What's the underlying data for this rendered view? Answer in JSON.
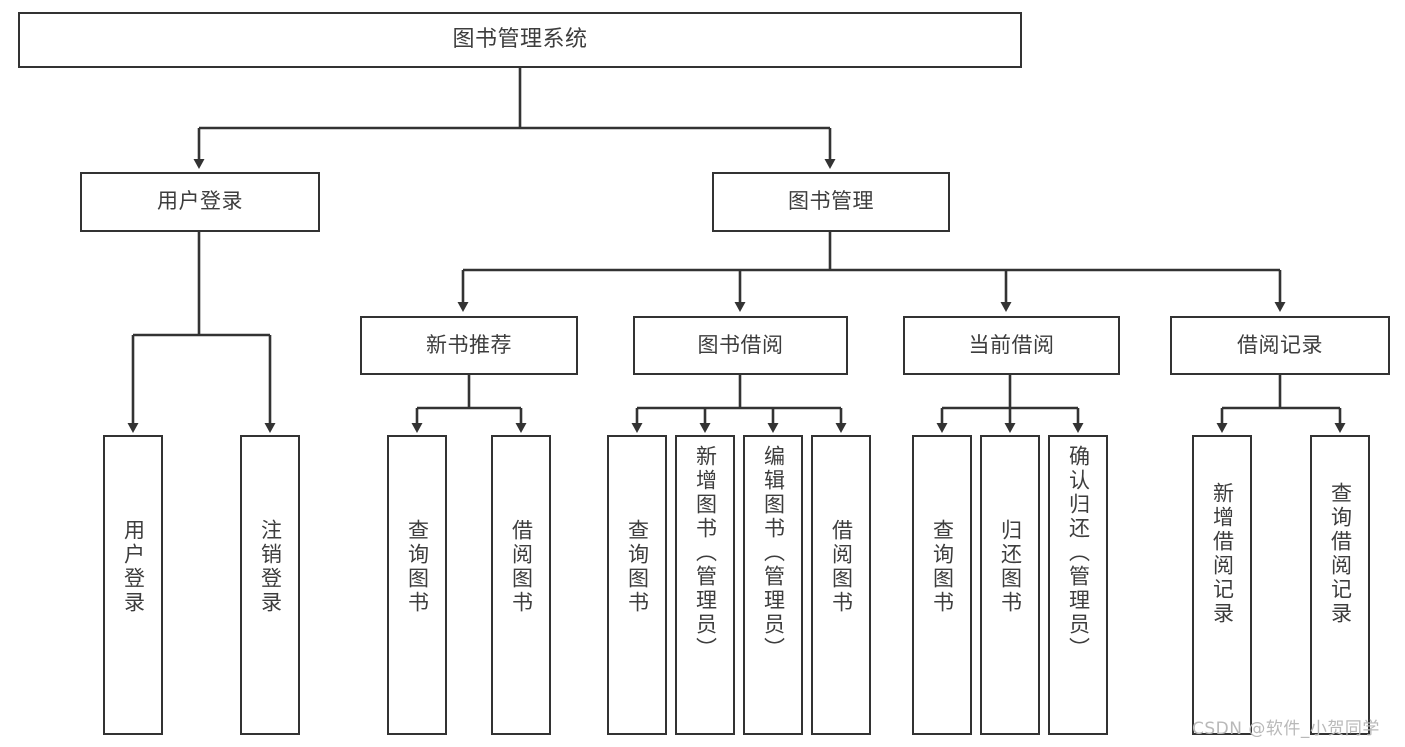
{
  "diagram": {
    "type": "tree-hierarchy-chart",
    "title": "图书管理系统",
    "orientation": "top-down",
    "colors": {
      "box_border": "#333333",
      "box_fill": "#ffffff",
      "text": "#3d3d3d",
      "edge": "#333333",
      "watermark": "#b9b9b9",
      "background": "#ffffff"
    }
  },
  "nodes": {
    "root": {
      "label": "图书管理系统",
      "level": 1
    },
    "level2": [
      {
        "id": "user-login",
        "label": "用户登录"
      },
      {
        "id": "book-management",
        "label": "图书管理"
      }
    ],
    "level3": [
      {
        "id": "new-book-recommend",
        "label": "新书推荐"
      },
      {
        "id": "book-borrow",
        "label": "图书借阅"
      },
      {
        "id": "current-borrow",
        "label": "当前借阅"
      },
      {
        "id": "borrow-record",
        "label": "借阅记录"
      }
    ],
    "leaves": {
      "user_login": [
        {
          "id": "leaf-user-login",
          "label": "用户登录"
        },
        {
          "id": "leaf-logout-login",
          "label": "注销登录"
        }
      ],
      "new_book_recommend": [
        {
          "id": "leaf-query-book-1",
          "label": "查询图书"
        },
        {
          "id": "leaf-borrow-book-1",
          "label": "借阅图书"
        }
      ],
      "book_borrow": [
        {
          "id": "leaf-query-book-2",
          "label": "查询图书"
        },
        {
          "id": "leaf-add-book",
          "label": "新增图书（管理员）"
        },
        {
          "id": "leaf-edit-book",
          "label": "编辑图书（管理员）"
        },
        {
          "id": "leaf-borrow-book-2",
          "label": "借阅图书"
        }
      ],
      "current_borrow": [
        {
          "id": "leaf-query-book-3",
          "label": "查询图书"
        },
        {
          "id": "leaf-return-book",
          "label": "归还图书"
        },
        {
          "id": "leaf-confirm-return",
          "label": "确认归还（管理员）"
        }
      ],
      "borrow_record": [
        {
          "id": "leaf-add-record",
          "label": "新增借阅记录"
        },
        {
          "id": "leaf-query-record",
          "label": "查询借阅记录"
        }
      ]
    }
  },
  "watermark": {
    "text": "CSDN @软件_小贺同学"
  }
}
